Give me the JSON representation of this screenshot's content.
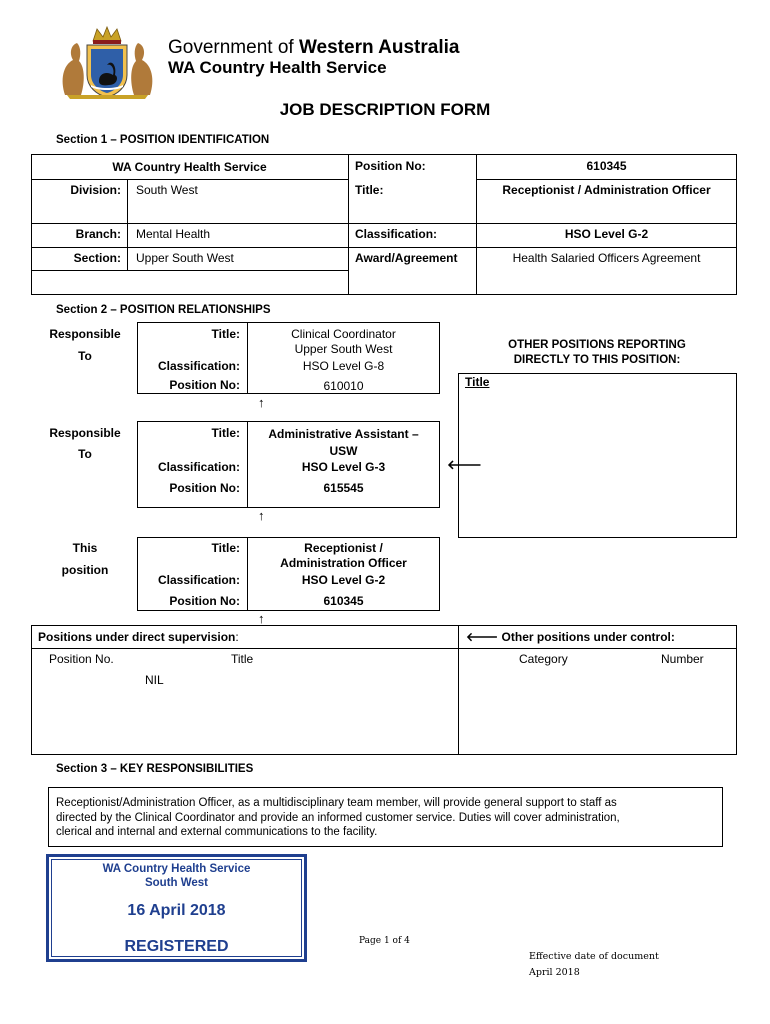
{
  "header": {
    "gov_name_prefix": "Government of ",
    "gov_name_bold": "Western Australia",
    "service_name": "WA Country Health Service"
  },
  "form_title": "JOB DESCRIPTION FORM",
  "section1": {
    "heading": "Section 1 – POSITION IDENTIFICATION",
    "org": "WA Country Health Service",
    "division_label": "Division:",
    "division_value": "South West",
    "branch_label": "Branch:",
    "branch_value": "Mental Health",
    "section_label": "Section:",
    "section_value": "Upper South West",
    "position_no_label": "Position No:",
    "position_no_value": "610345",
    "title_label": "Title:",
    "title_value": "Receptionist / Administration Officer",
    "classification_label": "Classification:",
    "classification_value": "HSO Level G-2",
    "award_label": "Award/Agreement",
    "award_value": "Health Salaried Officers Agreement"
  },
  "section2": {
    "heading": "Section 2 – POSITION RELATIONSHIPS",
    "responsible_line1": "Responsible",
    "responsible_line2": "To",
    "this_line1": "This",
    "this_line2": "position",
    "title_label": "Title:",
    "classification_label": "Classification:",
    "position_no_label": "Position No:",
    "box1": {
      "title_line1": "Clinical Coordinator",
      "title_line2": "Upper South West",
      "classification": "HSO Level G-8",
      "position_no": "610010"
    },
    "box2": {
      "title_line1": "Administrative Assistant –",
      "title_line2": "USW",
      "classification": "HSO Level G-3",
      "position_no": "615545"
    },
    "box3": {
      "title_line1": "Receptionist /",
      "title_line2": "Administration Officer",
      "classification": "HSO Level G-2",
      "position_no": "610345"
    },
    "other_heading_line1": "OTHER POSITIONS REPORTING",
    "other_heading_line2": "DIRECTLY TO THIS POSITION:",
    "other_title": "Title",
    "supervision_label": "Positions under direct supervision",
    "supervision_colon": ":",
    "sup_col1": "Position No.",
    "sup_col2": "Title",
    "sup_value": "NIL",
    "control_label": "Other positions under control:",
    "ctrl_col1": "Category",
    "ctrl_col2": "Number"
  },
  "section3": {
    "heading": "Section 3 – KEY RESPONSIBILITIES",
    "line1": "Receptionist/Administration Officer, as a multidisciplinary team member, will provide general support to staff as",
    "line2": "directed by the Clinical Coordinator and provide an informed customer service.  Duties will cover administration,",
    "line3": "clerical and internal and external communications to the facility."
  },
  "stamp": {
    "line1": "WA Country Health Service",
    "line2": "South West",
    "date": "16 April 2018",
    "status": "REGISTERED"
  },
  "footer": {
    "page": "Page 1 of 4",
    "effective_label": "Effective date of document",
    "effective_value": "April 2018"
  },
  "colors": {
    "stamp_blue": "#1f3f8f",
    "border": "#000000"
  },
  "icons": {
    "arrow_up": "↑",
    "arrow_left": "🡐"
  }
}
